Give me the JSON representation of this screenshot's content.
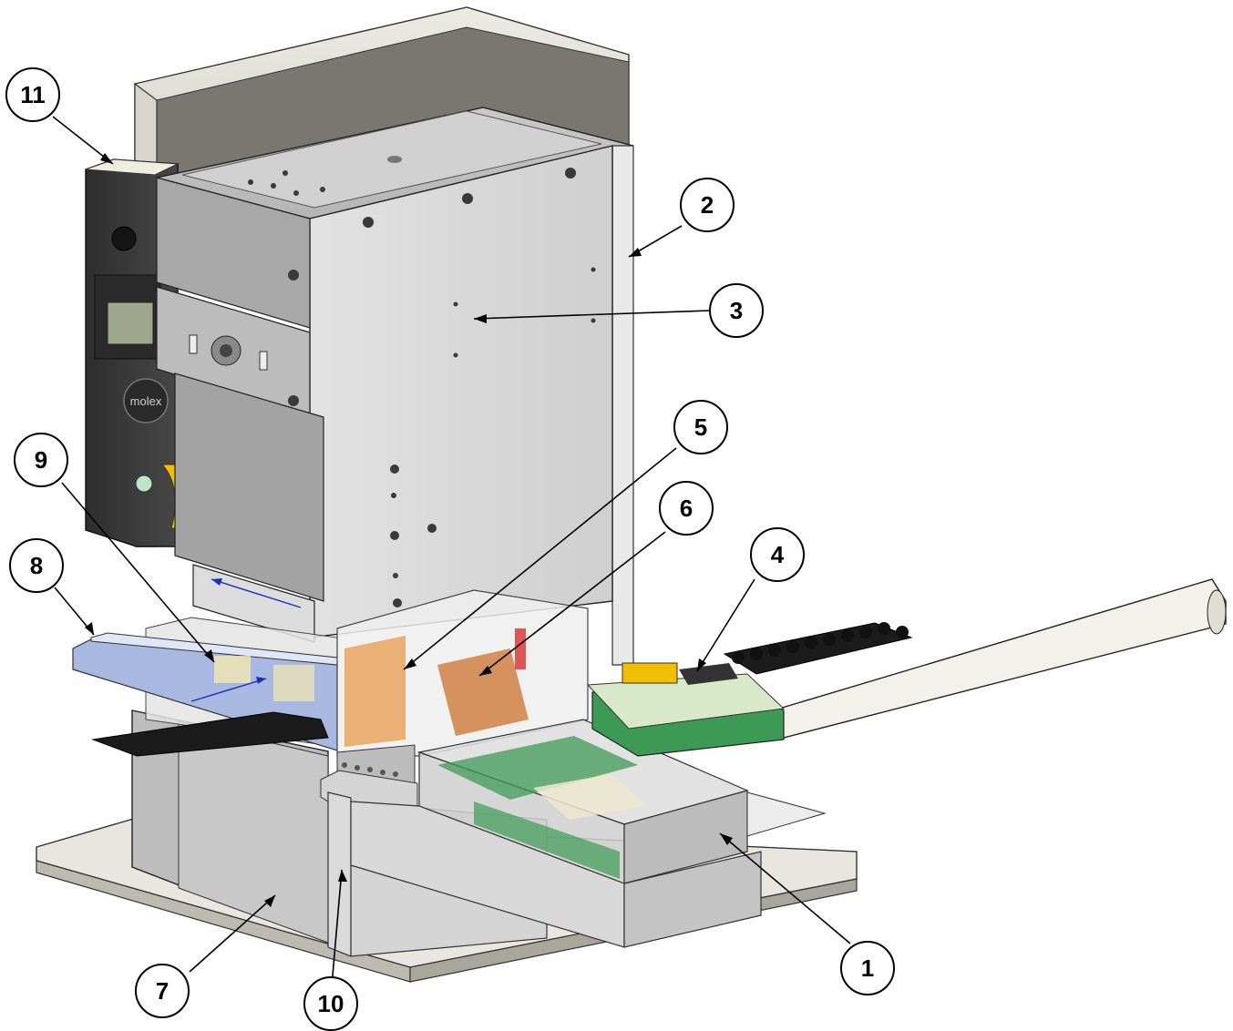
{
  "callouts": [
    {
      "id": "c1",
      "label": "1"
    },
    {
      "id": "c2",
      "label": "2"
    },
    {
      "id": "c3",
      "label": "3"
    },
    {
      "id": "c4",
      "label": "4"
    },
    {
      "id": "c5",
      "label": "5"
    },
    {
      "id": "c6",
      "label": "6"
    },
    {
      "id": "c7",
      "label": "7"
    },
    {
      "id": "c8",
      "label": "8"
    },
    {
      "id": "c9",
      "label": "9"
    },
    {
      "id": "c10",
      "label": "10"
    },
    {
      "id": "c11",
      "label": "11"
    }
  ],
  "panel_text": {
    "logo": "molex"
  },
  "colors": {
    "frame": "#d8d8d8",
    "panel_dark": "#3a3a3a",
    "yellow": "#f0c000",
    "green": "#2e9a4a",
    "copper": "#d07a3a",
    "blue_rail": "#a9b8e0",
    "cover": "#e6e6e6"
  }
}
